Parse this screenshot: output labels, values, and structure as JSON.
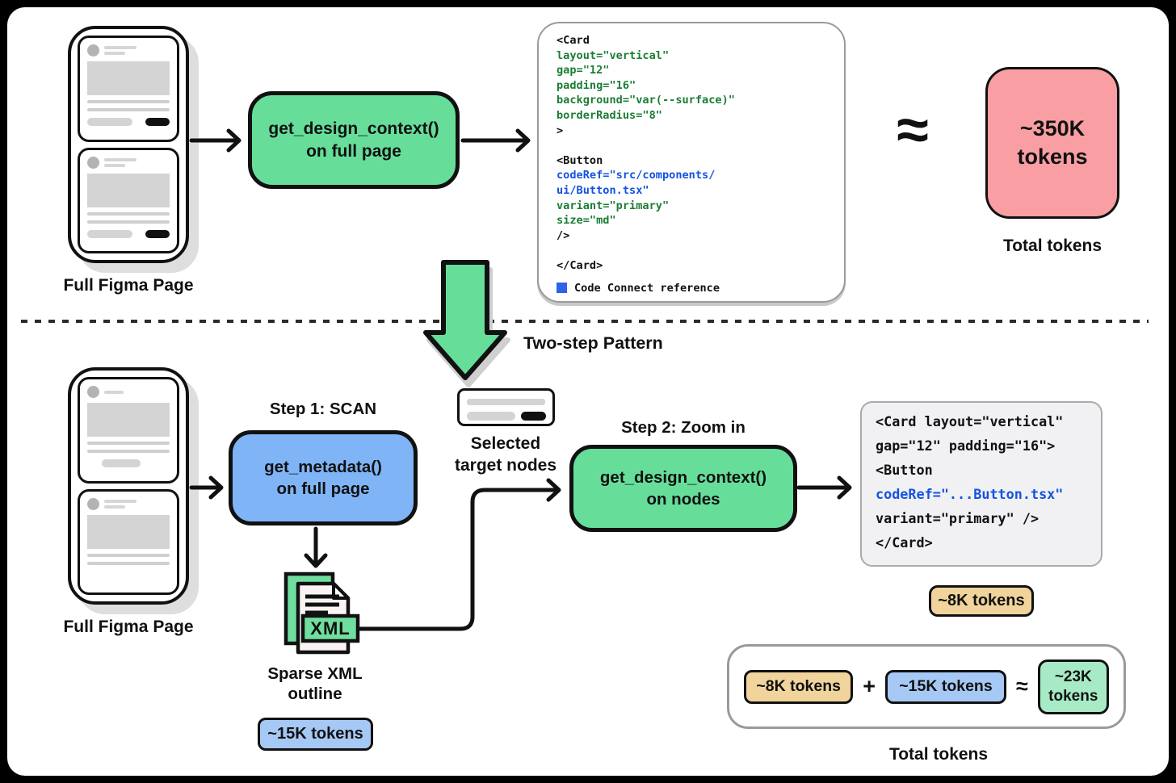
{
  "colors": {
    "green_box": "#66de9a",
    "blue_box": "#7fb5f7",
    "pink_box": "#f99fa3",
    "tan_badge": "#f0d49c",
    "blue_badge": "#a6c8f4",
    "green_badge": "#a6ebc6",
    "code_green": "#1b7d35",
    "code_blue": "#1452e0",
    "legend_square": "#2e62e8"
  },
  "top": {
    "figma_label": "Full Figma Page",
    "process_box": {
      "line1": "get_design_context()",
      "line2": "on full page"
    },
    "code_panel": {
      "lines": [
        {
          "t": "<Card",
          "c": "k"
        },
        {
          "t": "layout=\"vertical\"",
          "c": "g"
        },
        {
          "t": "gap=\"12\"",
          "c": "g"
        },
        {
          "t": "padding=\"16\"",
          "c": "g"
        },
        {
          "t": "background=\"var(--surface)\"",
          "c": "g"
        },
        {
          "t": "borderRadius=\"8\"",
          "c": "g"
        },
        {
          "t": ">",
          "c": "k"
        },
        {
          "t": "",
          "c": "k"
        },
        {
          "t": "<Button",
          "c": "k"
        },
        {
          "t": "codeRef=\"src/components/",
          "c": "b"
        },
        {
          "t": "ui/Button.tsx\"",
          "c": "b"
        },
        {
          "t": "variant=\"primary\"",
          "c": "g"
        },
        {
          "t": "size=\"md\"",
          "c": "g"
        },
        {
          "t": "/>",
          "c": "k"
        },
        {
          "t": "",
          "c": "k"
        },
        {
          "t": "</Card>",
          "c": "k"
        }
      ],
      "legend": "Code Connect reference"
    },
    "approx_symbol": "≈",
    "result_box_label": "~350K tokens",
    "result_caption": "Total tokens"
  },
  "divider_label": "Two-step Pattern",
  "bottom": {
    "figma_label": "Full Figma Page",
    "step1_title": "Step 1: SCAN",
    "metadata_box": {
      "line1": "get_metadata()",
      "line2": "on full page"
    },
    "xml_badge": "XML",
    "xml_caption": "Sparse XML outline",
    "xml_tokens_badge": "~15K tokens",
    "selected_caption": "Selected target nodes",
    "step2_title": "Step 2: Zoom in",
    "context_box": {
      "line1": "get_design_context()",
      "line2": "on nodes"
    },
    "code_panel": {
      "lines": [
        {
          "t": "<Card layout=\"vertical\"",
          "c": "k"
        },
        {
          "t": "gap=\"12\" padding=\"16\">",
          "c": "k"
        },
        {
          "t": "<Button",
          "c": "k"
        },
        {
          "t": "codeRef=\"...Button.tsx\"",
          "c": "b"
        },
        {
          "t": "variant=\"primary\" />",
          "c": "k"
        },
        {
          "t": "</Card>",
          "c": "k"
        }
      ]
    },
    "code_tokens_badge": "~8K tokens",
    "summary": {
      "badge_8k": "~8K tokens",
      "plus": "+",
      "badge_15k": "~15K tokens",
      "approx": "≈",
      "badge_23k": "~23K tokens",
      "caption": "Total tokens"
    }
  }
}
